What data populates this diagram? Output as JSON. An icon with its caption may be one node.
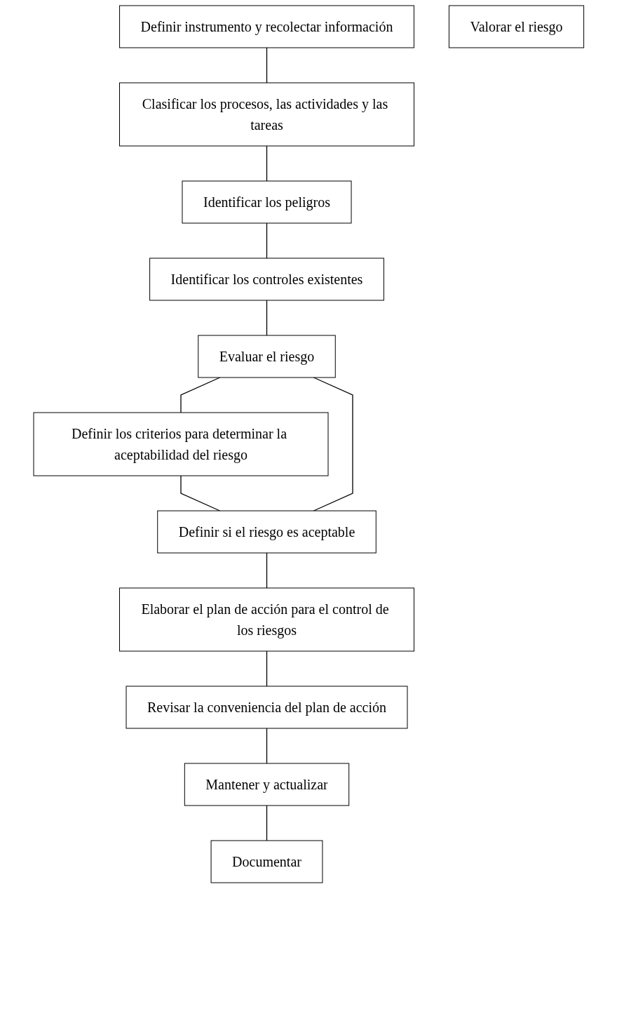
{
  "diagram": {
    "nodes": [
      {
        "text": [
          "Definir instrumento y recolectar información"
        ]
      },
      {
        "text": [
          "Clasificar los procesos, las actividades y las tareas"
        ]
      },
      {
        "text": [
          "Identificar los peligros"
        ]
      },
      {
        "text": [
          "Identificar los controles existentes"
        ]
      },
      {
        "text": [
          "Evaluar el riesgo"
        ]
      },
      {
        "text": [
          "Definir los criterios para determinar la aceptabilidad del riesgo"
        ]
      },
      {
        "text": [
          "Definir si el riesgo es aceptable"
        ]
      },
      {
        "text": [
          "Elaborar el plan de acción para el control de los riesgos"
        ]
      },
      {
        "text": [
          "Revisar la conveniencia del plan de acción"
        ]
      },
      {
        "text": [
          "Mantener y actualizar"
        ]
      },
      {
        "text": [
          "Documentar"
        ]
      },
      {
        "text": [
          "Valorar el riesgo"
        ]
      }
    ],
    "edges": [
      {
        "from": 0,
        "to": 1,
        "arrow": "none"
      },
      {
        "from": 1,
        "to": 2,
        "arrow": "none"
      },
      {
        "from": 2,
        "to": 3,
        "arrow": "none"
      },
      {
        "from": 3,
        "to": 4,
        "arrow": "none"
      },
      {
        "from": 4,
        "to": 5,
        "arrow": "none"
      },
      {
        "from": 5,
        "to": 6,
        "arrow": "none"
      },
      {
        "from": 6,
        "to": 7,
        "arrow": "none"
      },
      {
        "from": 7,
        "to": 8,
        "arrow": "none"
      },
      {
        "from": 8,
        "to": 9,
        "arrow": "none"
      },
      {
        "from": 9,
        "to": 10,
        "arrow": "none"
      },
      {
        "from": 4,
        "to": 6,
        "arrow": "none"
      }
    ]
  }
}
